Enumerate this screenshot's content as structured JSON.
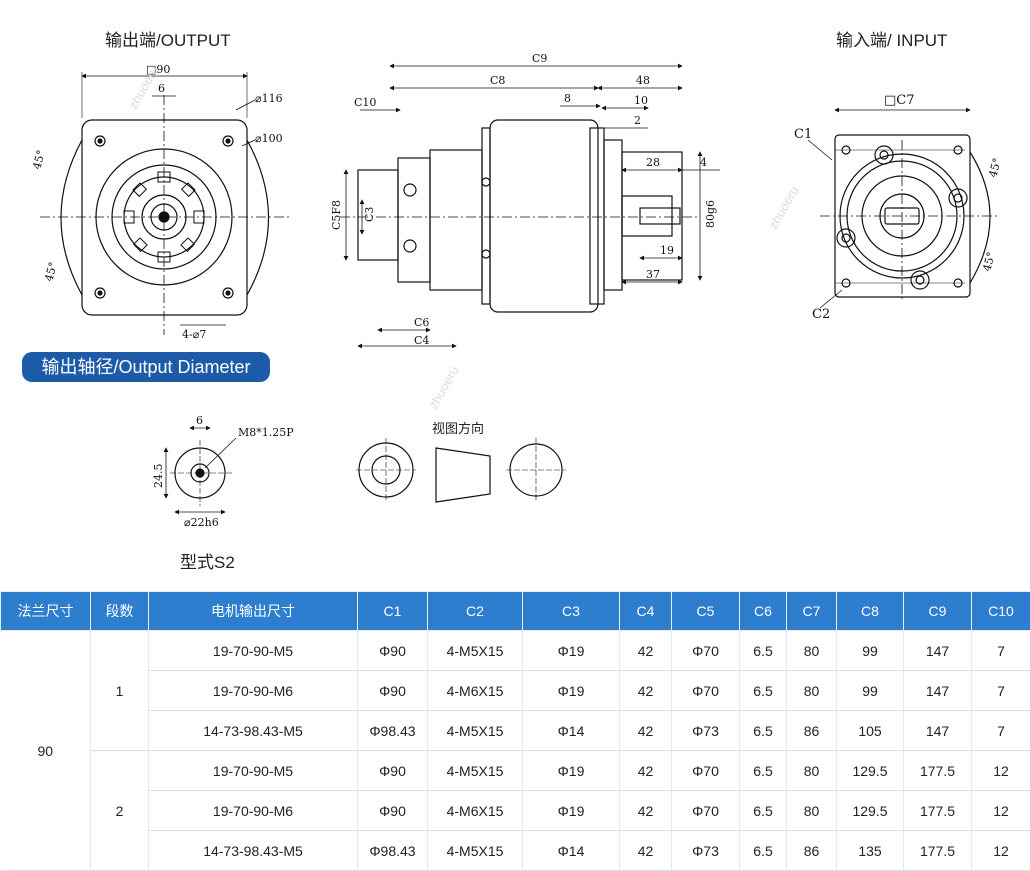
{
  "drawing": {
    "output_title": "输出端/OUTPUT",
    "input_title": "输入端/ INPUT",
    "output_diameter_badge": "输出轴径/Output Diameter",
    "model_label": "型式S2",
    "view_direction": "视图方向",
    "output_dims": {
      "square": "□90",
      "six": "6",
      "d116": "⌀116",
      "d100": "⌀100",
      "angle_top": "45°",
      "angle_bottom": "45°",
      "holes": "4-⌀7"
    },
    "side_dims": {
      "c9": "C9",
      "c8": "C8",
      "d48": "48",
      "c10": "C10",
      "d8": "8",
      "d10": "10",
      "d2": "2",
      "d28": "28",
      "d4": "4",
      "c5": "C5F8",
      "c3": "C3",
      "d80": "80g6",
      "d19": "19",
      "d37": "37",
      "c6": "C6",
      "c4": "C4"
    },
    "input_dims": {
      "square": "□C7",
      "c1": "C1",
      "c2": "C2",
      "angle_top": "45°",
      "angle_bottom": "45°"
    },
    "shaft_dims": {
      "six": "6",
      "thread": "M8*1.25P",
      "height": "24.5",
      "diameter": "⌀22h6"
    }
  },
  "table": {
    "headers": [
      "法兰尺寸",
      "段数",
      "电机输出尺寸",
      "C1",
      "C2",
      "C3",
      "C4",
      "C5",
      "C6",
      "C7",
      "C8",
      "C9",
      "C10"
    ],
    "flange": "90",
    "groups": [
      {
        "stage": "1",
        "rows": [
          [
            "19-70-90-M5",
            "Φ90",
            "4-M5X15",
            "Φ19",
            "42",
            "Φ70",
            "6.5",
            "80",
            "99",
            "147",
            "7"
          ],
          [
            "19-70-90-M6",
            "Φ90",
            "4-M6X15",
            "Φ19",
            "42",
            "Φ70",
            "6.5",
            "80",
            "99",
            "147",
            "7"
          ],
          [
            "14-73-98.43-M5",
            "Φ98.43",
            "4-M5X15",
            "Φ14",
            "42",
            "Φ73",
            "6.5",
            "86",
            "105",
            "147",
            "7"
          ]
        ]
      },
      {
        "stage": "2",
        "rows": [
          [
            "19-70-90-M5",
            "Φ90",
            "4-M5X15",
            "Φ19",
            "42",
            "Φ70",
            "6.5",
            "80",
            "129.5",
            "177.5",
            "12"
          ],
          [
            "19-70-90-M6",
            "Φ90",
            "4-M6X15",
            "Φ19",
            "42",
            "Φ70",
            "6.5",
            "80",
            "129.5",
            "177.5",
            "12"
          ],
          [
            "14-73-98.43-M5",
            "Φ98.43",
            "4-M5X15",
            "Φ14",
            "42",
            "Φ73",
            "6.5",
            "86",
            "135",
            "177.5",
            "12"
          ]
        ]
      }
    ]
  },
  "colors": {
    "header_bg": "#2e7ed0",
    "badge_bg": "#1d5aa8"
  }
}
